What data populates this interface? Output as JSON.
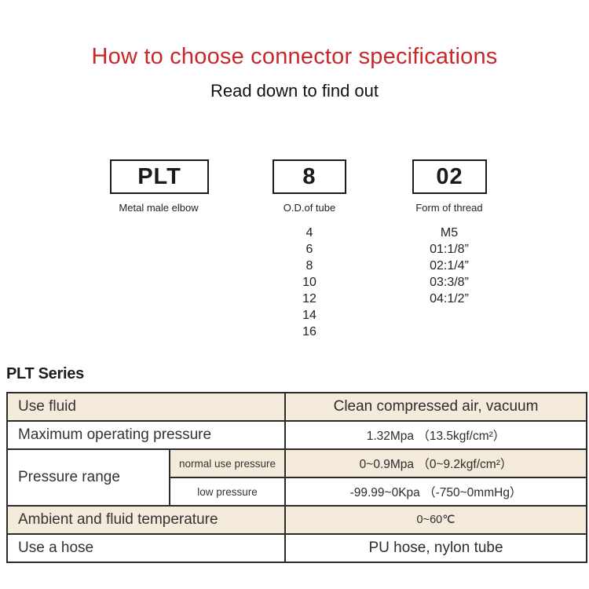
{
  "page": {
    "title": "How to choose connector specifications",
    "subtitle": "Read down to find out"
  },
  "colors": {
    "title_red": "#c9282a",
    "stripe_beige": "#f4ebdc",
    "table_border": "#2b2b2b"
  },
  "code_builder": {
    "segments": [
      {
        "code": "PLT",
        "label": "Metal male elbow"
      },
      {
        "code": "8",
        "label": "O.D.of tube"
      },
      {
        "code": "02",
        "label": "Form of thread"
      }
    ],
    "tube_sizes": [
      "4",
      "6",
      "8",
      "10",
      "12",
      "14",
      "16"
    ],
    "thread_forms": [
      "M5",
      "01:1/8”",
      "02:1/4”",
      "03:3/8”",
      "04:1/2”"
    ]
  },
  "series": {
    "heading": "PLT Series"
  },
  "spec_table": {
    "use_fluid": {
      "label": "Use fluid",
      "value": "Clean compressed air, vacuum"
    },
    "max_pressure": {
      "label": "Maximum operating pressure",
      "value": "1.32Mpa （13.5kgf/cm²）"
    },
    "pressure_range": {
      "label": "Pressure range",
      "normal": {
        "label": "normal use pressure",
        "value": "0~0.9Mpa （0~9.2kgf/cm²）"
      },
      "low": {
        "label": "low pressure",
        "value": "-99.99~0Kpa （-750~0mmHg）"
      }
    },
    "temperature": {
      "label": "Ambient and fluid temperature",
      "value": "0~60℃"
    },
    "hose": {
      "label": "Use a hose",
      "value": "PU hose, nylon tube"
    }
  }
}
